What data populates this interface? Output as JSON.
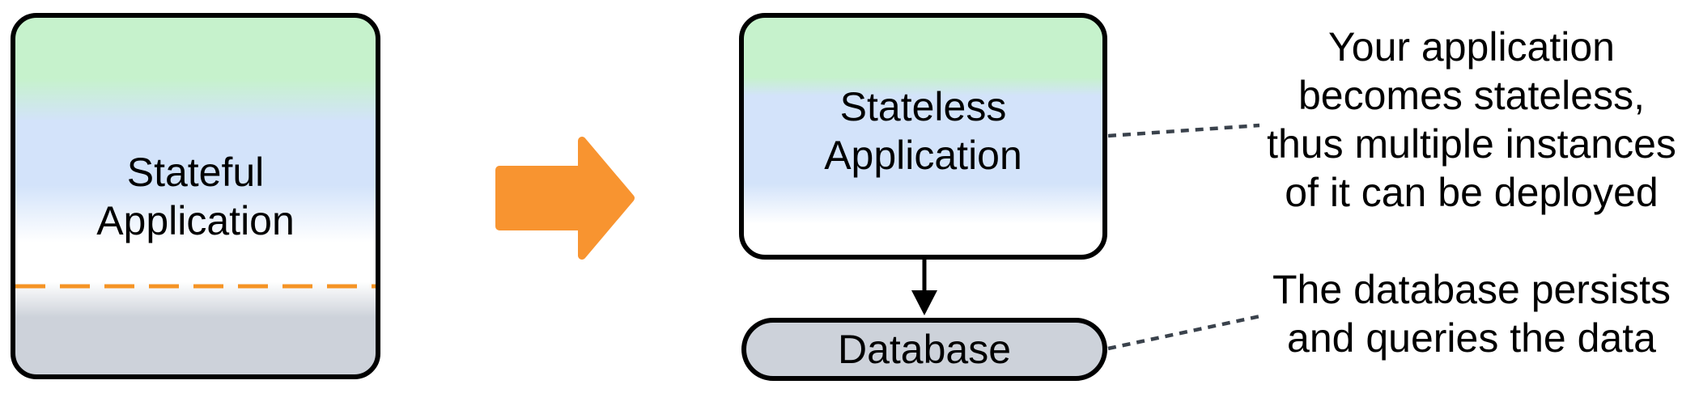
{
  "colors": {
    "box_border": "#000000",
    "gradient_green": "#C6F2CC",
    "gradient_blue": "#D3E3FA",
    "gradient_gray": "#CDD2DA",
    "database_fill": "#CDD2DA",
    "transform_arrow_orange": "#F89430",
    "state_divider_orange": "#F59425",
    "connector_dash": "#3A424C",
    "text": "#000000"
  },
  "stateful_box": {
    "label_line1": "Stateful",
    "label_line2": "Application"
  },
  "stateless_box": {
    "label_line1": "Stateless",
    "label_line2": "Application"
  },
  "database": {
    "label": "Database"
  },
  "annotations": {
    "stateless_note": {
      "lines": [
        "Your application",
        "becomes stateless,",
        "thus multiple instances",
        "of it can be deployed"
      ]
    },
    "database_note": {
      "lines": [
        "The database persists",
        "and queries the data"
      ]
    }
  }
}
